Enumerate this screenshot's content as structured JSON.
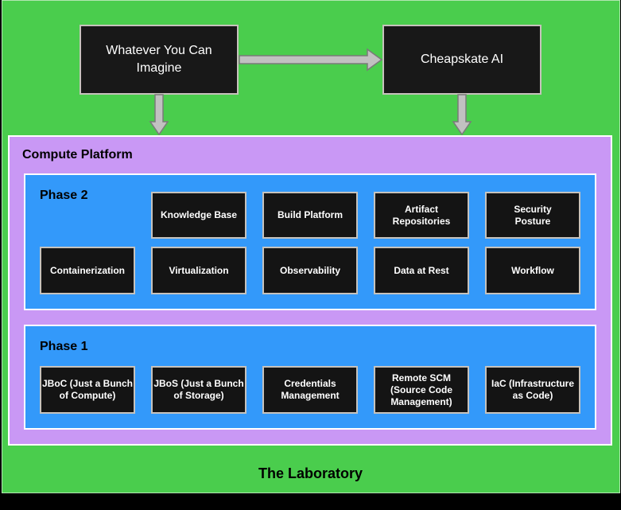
{
  "title": "The Laboratory",
  "colors": {
    "page-black": "#000000",
    "lab-green": "#4ACD4D",
    "platform-purple": "#C998F5",
    "phase-blue": "#3399FA",
    "node-fill": "#181818",
    "node-border": "#C6C2BC",
    "arrow-fill": "#C1C1C1",
    "arrow-stroke": "#7A7A7A",
    "text-light": "#FFFFFF",
    "text-dark": "#000000"
  },
  "flow": {
    "imagine": "Whatever You Can\nImagine",
    "cheapskate": "Cheapskate AI"
  },
  "platform": {
    "title": "Compute Platform",
    "phase2": {
      "title": "Phase 2",
      "row1": [
        "Knowledge Base",
        "Build Platform",
        "Artifact\nRepositories",
        "Security\nPosture"
      ],
      "row2": [
        "Containerization",
        "Virtualization",
        "Observability",
        "Data at Rest",
        "Workflow"
      ]
    },
    "phase1": {
      "title": "Phase 1",
      "row1": [
        "JBoC (Just a Bunch\nof Compute)",
        "JBoS (Just a Bunch\nof Storage)",
        "Credentials\nManagement",
        "Remote SCM\n(Source Code\nManagement)",
        "IaC (Infrastructure\nas Code)"
      ]
    }
  }
}
